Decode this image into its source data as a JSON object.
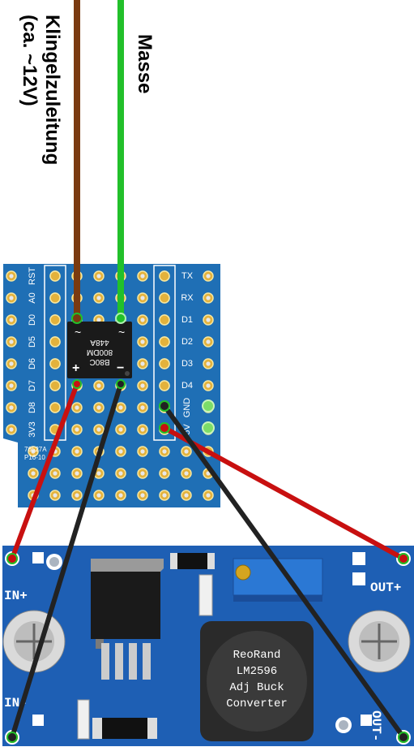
{
  "labels": {
    "bell_supply_line1": "Klingelzuleitung",
    "bell_supply_line2": "(ca. ~12V)",
    "ground": "Masse"
  },
  "wemos_shield": {
    "left_pins": [
      "RST",
      "A0",
      "D0",
      "D5",
      "D6",
      "D7",
      "D8",
      "3V3"
    ],
    "right_pins": [
      "TX",
      "RX",
      "D1",
      "D2",
      "D3",
      "D4",
      "GND",
      "5V"
    ],
    "part_number_line1": "76527A",
    "part_number_line2": "P16-10",
    "board_color": "#1f6fb5"
  },
  "bridge_rectifier": {
    "line1": "B80C",
    "line2": "800DM",
    "line3": "448A",
    "ac_left": "~",
    "ac_right": "~",
    "plus": "+",
    "minus": "−"
  },
  "buck_converter": {
    "in_plus": "IN+",
    "in_minus": "IN-",
    "out_plus": "OUT+",
    "out_minus": "OUT-",
    "inductor_line1": "ReoRand",
    "inductor_line2": "LM2596",
    "inductor_line3": "Adj Buck",
    "inductor_line4": "Converter",
    "board_color": "#1e5fb4"
  },
  "wire_colors": {
    "brown": "#7a3a10",
    "green": "#22c02a",
    "red": "#c81010",
    "black": "#222222"
  }
}
